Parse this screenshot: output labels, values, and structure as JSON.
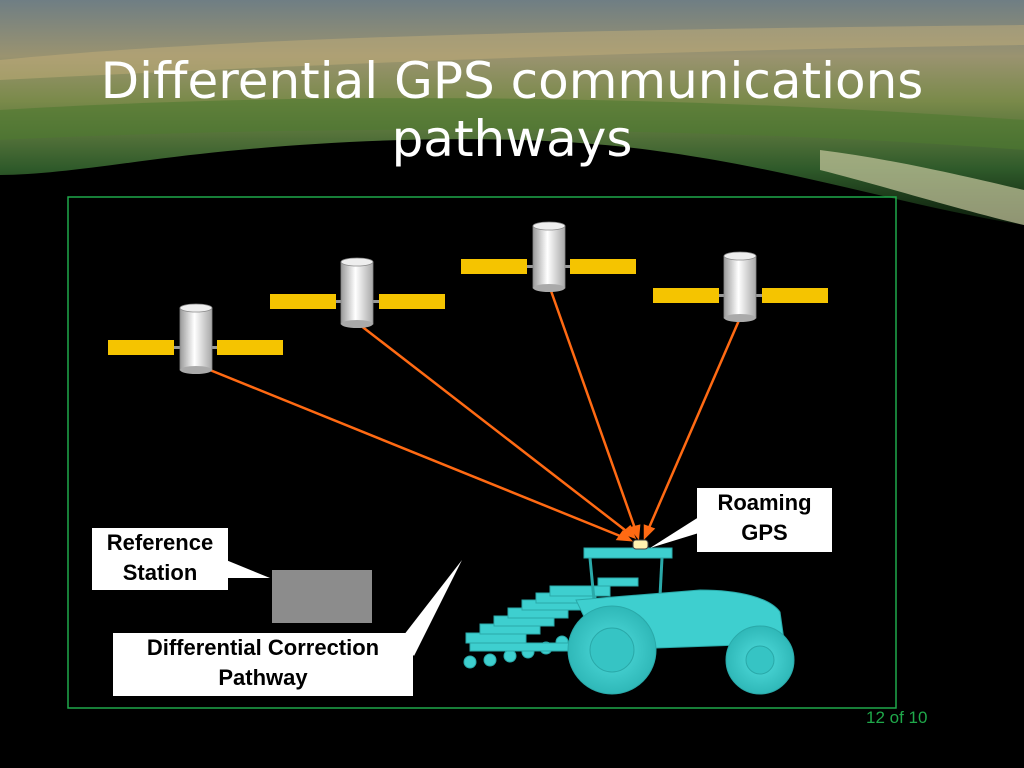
{
  "slide": {
    "title_line1": "Differential GPS communications",
    "title_line2": "pathways",
    "page_number": "12 of 10"
  },
  "labels": {
    "roaming_line1": "Roaming",
    "roaming_line2": "GPS",
    "reference_line1": "Reference",
    "reference_line2": "Station",
    "correction_line1": "Differential Correction",
    "correction_line2": "Pathway"
  },
  "colors": {
    "background": "#000000",
    "frame": "#1fa84a",
    "solar_panel": "#f5c400",
    "signal_line": "#ff6a13",
    "tractor": "#3ecfcf",
    "reference_box": "#8c8c8c",
    "page_number": "#1fa84a"
  },
  "icons": [
    "satellite-icon",
    "tractor-icon",
    "gps-receiver-icon",
    "reference-station-icon"
  ]
}
